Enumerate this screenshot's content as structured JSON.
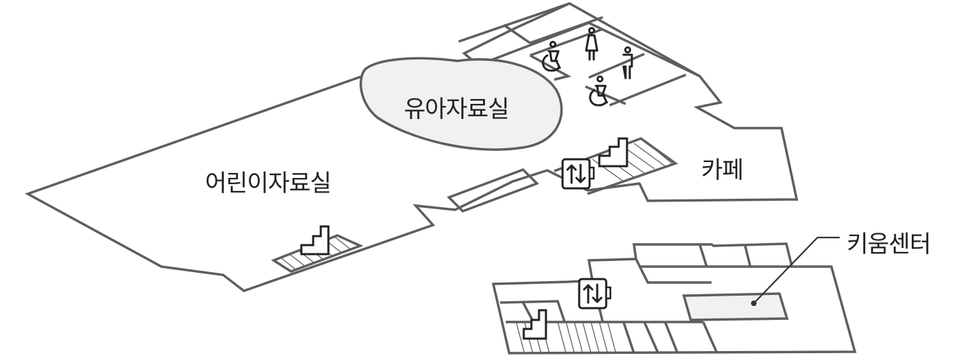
{
  "map": {
    "rooms": {
      "infant_room": "유아자료실",
      "children_room": "어린이자료실",
      "cafe": "카페",
      "kiwoom_center": "키움센터"
    },
    "icons": [
      "wheelchair-accessible-restroom-icon",
      "female-restroom-icon",
      "male-restroom-icon",
      "wheelchair-accessible-restroom-icon",
      "elevator-icon",
      "stairs-icon"
    ],
    "colors": {
      "wall": "#5e5e5e",
      "highlight_room": "#f1f1f1",
      "text": "#222222"
    }
  }
}
